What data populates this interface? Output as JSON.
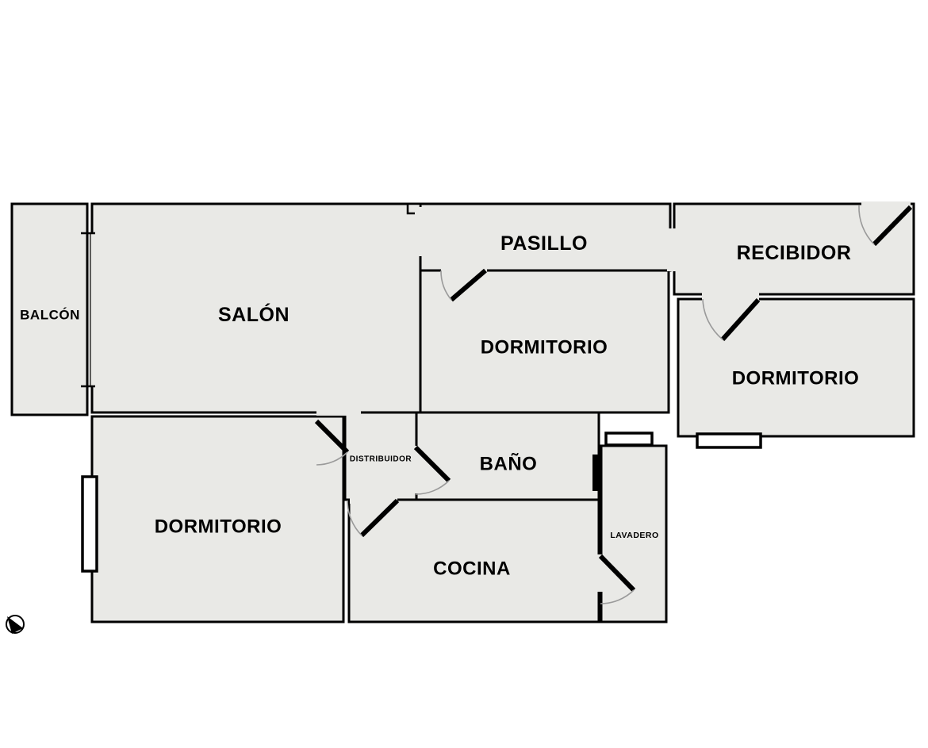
{
  "plan": {
    "title": "apartment floor plan",
    "colors": {
      "floor": "#e9e9e6",
      "wall": "#000000",
      "door_arc": "#9a9a9a",
      "background": "#ffffff"
    },
    "rooms": [
      {
        "id": "balcon",
        "label": "BALCÓN"
      },
      {
        "id": "salon",
        "label": "SALÓN"
      },
      {
        "id": "pasillo",
        "label": "PASILLO"
      },
      {
        "id": "recibidor",
        "label": "RECIBIDOR"
      },
      {
        "id": "dormitorio_top",
        "label": "DORMITORIO"
      },
      {
        "id": "dormitorio_right",
        "label": "DORMITORIO"
      },
      {
        "id": "dormitorio_left",
        "label": "DORMITORIO"
      },
      {
        "id": "distribuidor",
        "label": "DISTRIBUIDOR"
      },
      {
        "id": "bano",
        "label": "BAÑO"
      },
      {
        "id": "cocina",
        "label": "COCINA"
      },
      {
        "id": "lavadero",
        "label": "LAVADERO"
      }
    ],
    "symbols": {
      "north_arrow": "north-arrow"
    }
  }
}
